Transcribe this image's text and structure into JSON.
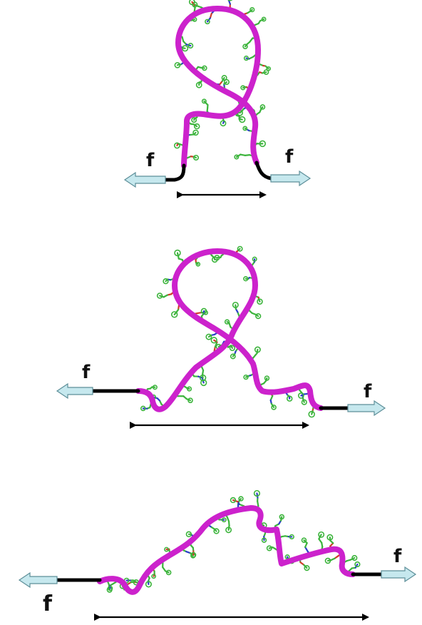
{
  "figure": {
    "force_symbol": "f",
    "panels": [
      {
        "id": "folded",
        "left_label": "f",
        "right_label": "f"
      },
      {
        "id": "partially-unfolded",
        "left_label": "f",
        "right_label": "f"
      },
      {
        "id": "unfolded",
        "left_label": "f",
        "right_label": "f"
      }
    ]
  },
  "colors": {
    "backbone": "#cc22cc",
    "backbone_shade": "#8a0d8a",
    "nucleotide_carbon": "#3cb43c",
    "nucleotide_nitrogen": "#2a3fc9",
    "nucleotide_oxygen": "#d23a2a",
    "tether": "#000000",
    "pull_arrow_fill": "#c6e8ee"
  }
}
